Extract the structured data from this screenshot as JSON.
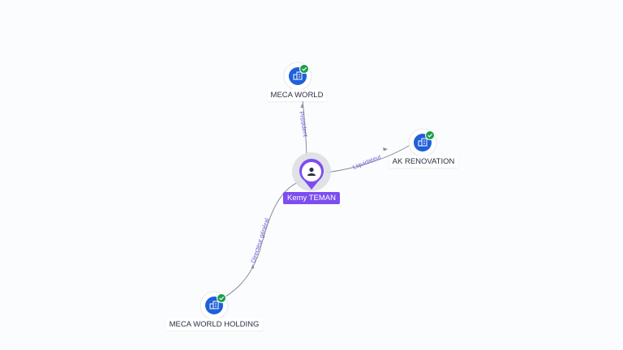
{
  "colors": {
    "person": "#7c4df0",
    "company": "#1f5fd9",
    "verified": "#1b9e4b",
    "edge": "#8a8d9a",
    "edge_label": "#6a5ed0"
  },
  "person": {
    "name": "Kemy TEMAN",
    "icon": "user-icon"
  },
  "companies": [
    {
      "id": "meca-world",
      "name": "MECA WORLD",
      "icon": "building-icon",
      "status_icon": "check-icon"
    },
    {
      "id": "ak-renovation",
      "name": "AK RENOVATION",
      "icon": "building-icon",
      "status_icon": "check-icon"
    },
    {
      "id": "meca-world-holding",
      "name": "MECA WORLD HOLDING",
      "icon": "building-icon",
      "status_icon": "check-icon"
    }
  ],
  "relations": [
    {
      "target": "meca-world",
      "label": "President"
    },
    {
      "target": "ak-renovation",
      "label": "Liquidateur"
    },
    {
      "target": "meca-world-holding",
      "label": "Directeur général"
    }
  ]
}
